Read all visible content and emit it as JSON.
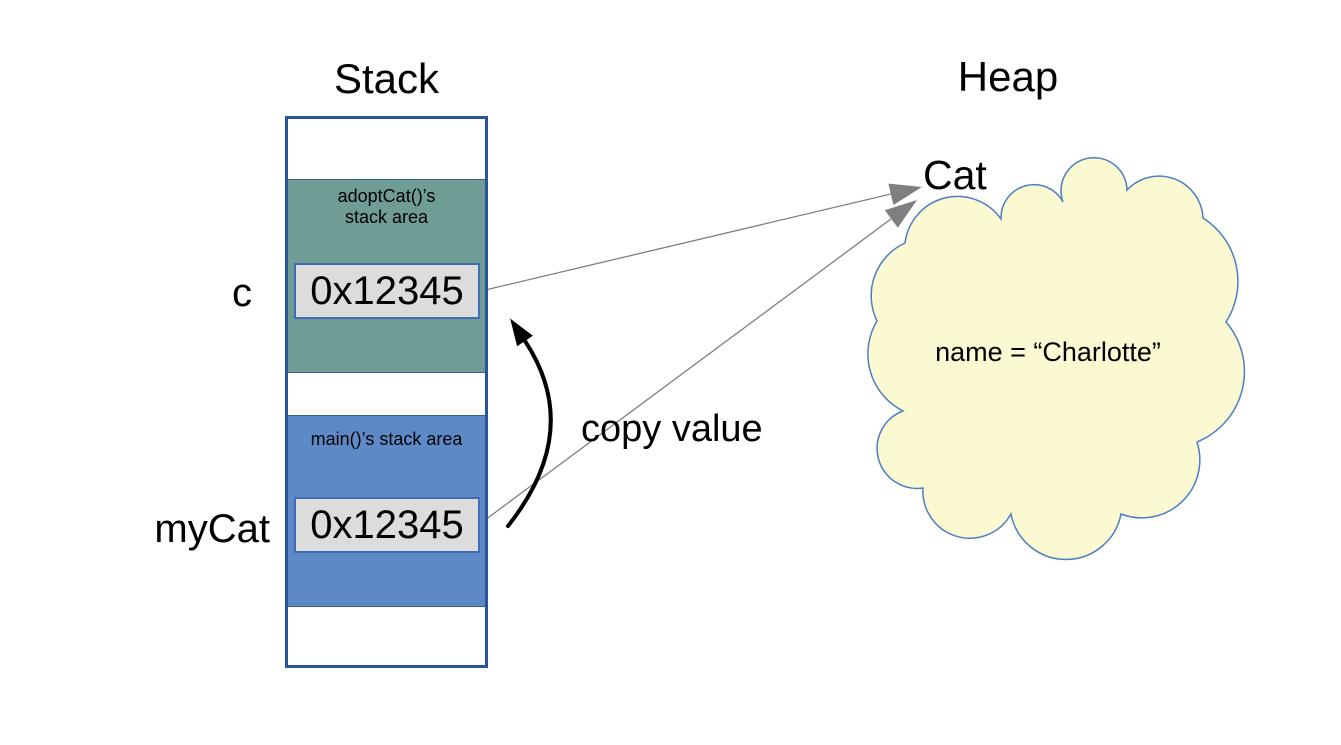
{
  "colors": {
    "canvas_bg": "#ffffff",
    "text": "#000000",
    "stack_border": "#2a5699",
    "frame_adoptcat_fill": "#6f9c95",
    "frame_main_fill": "#5d8ac6",
    "frame_border": "#35618f",
    "value_box_fill": "#dcdcdc",
    "value_box_border": "#3f6cb5",
    "cloud_fill": "#fbf9d1",
    "cloud_stroke": "#4d7ec1",
    "pointer_arrow": "#7f7f7f",
    "copy_arrow": "#000000"
  },
  "stack": {
    "title": "Stack",
    "frames": [
      {
        "label": "adoptCat()’s stack area",
        "variable": "c",
        "value": "0x12345"
      },
      {
        "label": "main()’s stack area",
        "variable": "myCat",
        "value": "0x12345"
      }
    ]
  },
  "heap": {
    "title": "Heap",
    "object_label": "Cat",
    "object_field": "name = “Charlotte”"
  },
  "annotations": {
    "copy_value_label": "copy value"
  }
}
